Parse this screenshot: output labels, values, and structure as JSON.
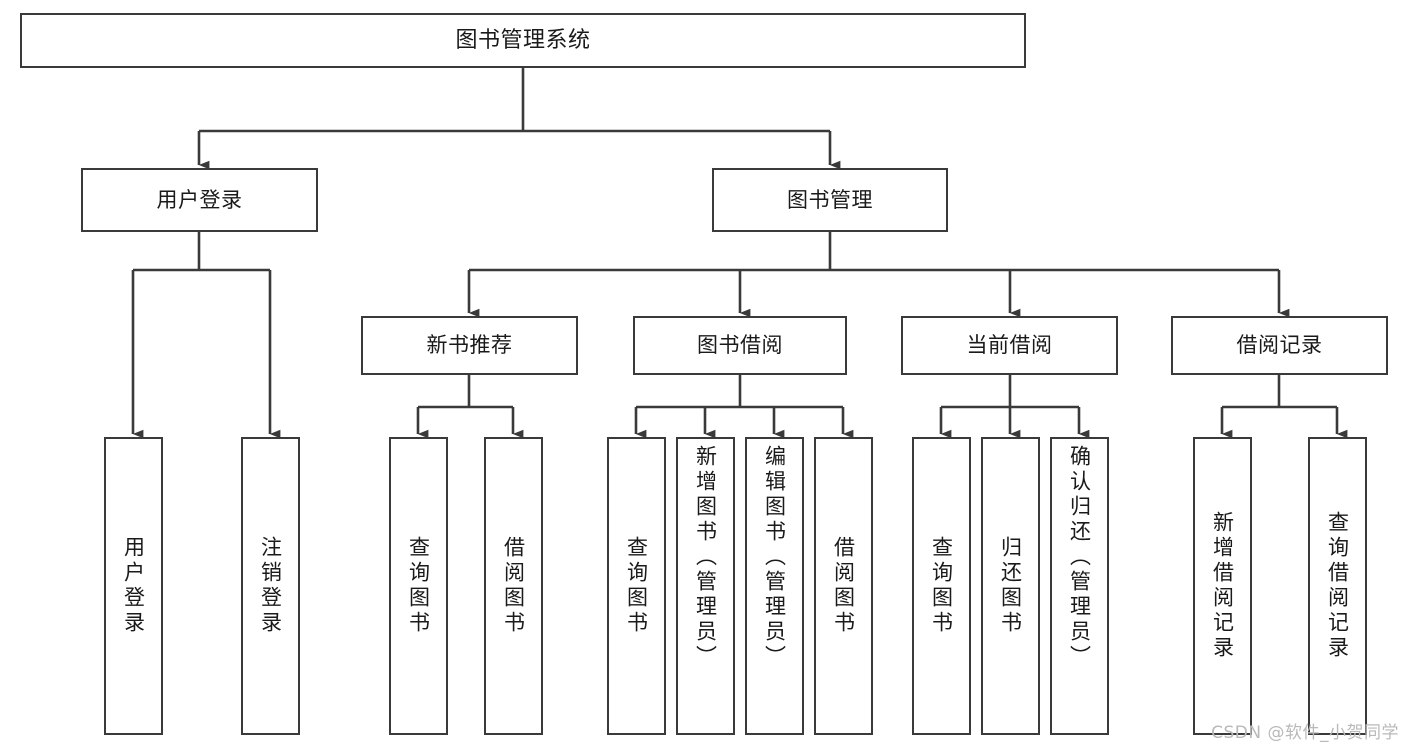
{
  "diagram": {
    "type": "hierarchy-tree",
    "title": "图书管理系统",
    "watermark": "CSDN @软件_小贺同学",
    "colors": {
      "box_border": "#3a3a3a",
      "box_fill": "#ffffff",
      "connector": "#3a3a3a",
      "text": "#1a1a1a",
      "watermark": "#b9b9b9"
    },
    "root": {
      "id": "root",
      "label": "图书管理系统",
      "orientation": "horizontal"
    },
    "level2": [
      {
        "id": "user-login",
        "label": "用户登录",
        "orientation": "horizontal"
      },
      {
        "id": "book-manage",
        "label": "图书管理",
        "orientation": "horizontal"
      }
    ],
    "level3": [
      {
        "id": "new-book-recommend",
        "label": "新书推荐",
        "orientation": "horizontal",
        "parent": "book-manage"
      },
      {
        "id": "book-borrow",
        "label": "图书借阅",
        "orientation": "horizontal",
        "parent": "book-manage"
      },
      {
        "id": "current-borrow",
        "label": "当前借阅",
        "orientation": "horizontal",
        "parent": "book-manage"
      },
      {
        "id": "borrow-record",
        "label": "借阅记录",
        "orientation": "horizontal",
        "parent": "book-manage"
      }
    ],
    "leaves": [
      {
        "id": "leaf-user-login",
        "label": "用户登录",
        "parent": "user-login"
      },
      {
        "id": "leaf-logout-login",
        "label": "注销登录",
        "parent": "user-login"
      },
      {
        "id": "leaf-query-book-1",
        "label": "查询图书",
        "parent": "new-book-recommend"
      },
      {
        "id": "leaf-borrow-book-1",
        "label": "借阅图书",
        "parent": "new-book-recommend"
      },
      {
        "id": "leaf-query-book-2",
        "label": "查询图书",
        "parent": "book-borrow"
      },
      {
        "id": "leaf-add-book-admin",
        "label": "新增图书（管理员）",
        "parent": "book-borrow"
      },
      {
        "id": "leaf-edit-book-admin",
        "label": "编辑图书（管理员）",
        "parent": "book-borrow"
      },
      {
        "id": "leaf-borrow-book-2",
        "label": "借阅图书",
        "parent": "book-borrow"
      },
      {
        "id": "leaf-query-book-3",
        "label": "查询图书",
        "parent": "current-borrow"
      },
      {
        "id": "leaf-return-book",
        "label": "归还图书",
        "parent": "current-borrow"
      },
      {
        "id": "leaf-confirm-return-admin",
        "label": "确认归还（管理员）",
        "parent": "current-borrow"
      },
      {
        "id": "leaf-add-borrow-record",
        "label": "新增借阅记录",
        "parent": "borrow-record"
      },
      {
        "id": "leaf-query-borrow-record",
        "label": "查询借阅记录",
        "parent": "borrow-record"
      }
    ]
  }
}
